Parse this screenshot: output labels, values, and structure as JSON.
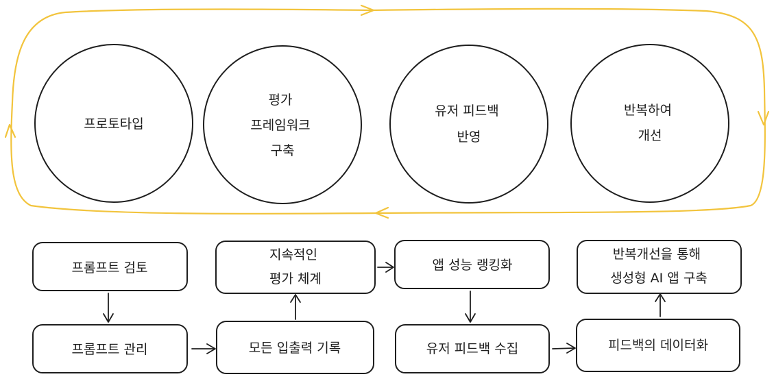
{
  "cycle": {
    "loop_color": "#f2c43d",
    "stages": [
      {
        "lines": [
          "프로토타입"
        ]
      },
      {
        "lines": [
          "평가",
          "프레임워크",
          "구축"
        ]
      },
      {
        "lines": [
          "유저 피드백",
          "반영"
        ]
      },
      {
        "lines": [
          "반복하여",
          "개선"
        ]
      }
    ]
  },
  "flow": {
    "boxes": {
      "prompt_review": {
        "lines": [
          "프롬프트 검토"
        ]
      },
      "prompt_management": {
        "lines": [
          "프롬프트 관리"
        ]
      },
      "io_logging": {
        "lines": [
          "모든 입출력 기록"
        ]
      },
      "continuous_eval": {
        "lines": [
          "지속적인",
          "평가 체계"
        ]
      },
      "app_ranking": {
        "lines": [
          "앱 성능 랭킹화"
        ]
      },
      "feedback_collection": {
        "lines": [
          "유저 피드백 수집"
        ]
      },
      "feedback_data": {
        "lines": [
          "피드백의 데이터화"
        ]
      },
      "genai_app": {
        "lines": [
          "반복개선을 통해",
          "생성형 AI 앱 구축"
        ]
      }
    }
  }
}
